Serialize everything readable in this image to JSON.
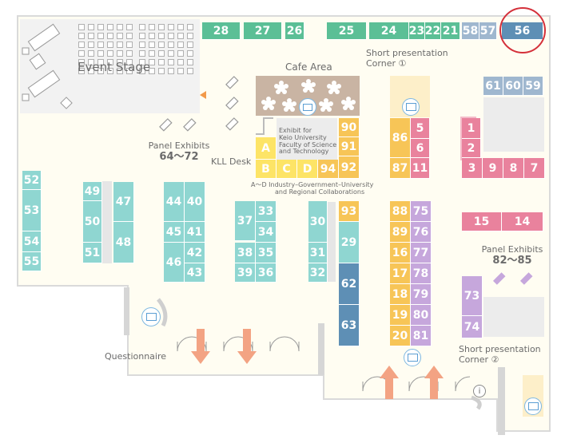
{
  "colors": {
    "green": "#5bbf96",
    "teal": "#8fd6d1",
    "blue": "#9fb7cf",
    "dark_blue": "#5e8fb5",
    "yellow": "#fde466",
    "orange": "#f7c557",
    "pink": "#e9829d",
    "purple": "#c6a7dc",
    "pale_yellow": "#fdefc9",
    "pale_pink": "#f3bcc9",
    "highlight_ring": "#d4303a",
    "arrow": "#f3a383",
    "wall": "#d6d6d6",
    "area": "#fffdf2"
  },
  "labels": {
    "event_stage": "Event Stage",
    "cafe_area": "Cafe Area",
    "short_pres_1_line1": "Short presentation",
    "short_pres_1_line2": "Corner ①",
    "short_pres_2_line1": "Short presentation",
    "short_pres_2_line2": "Corner ②",
    "panel_left_title": "Panel Exhibits",
    "panel_left_range": "64～72",
    "panel_right_title": "Panel Exhibits",
    "panel_right_range": "82～85",
    "kll_desk": "KLL Desk",
    "exhibit_keio_1": "Exhibit for",
    "exhibit_keio_2": "Keio University",
    "exhibit_keio_3": "Faculty of Science",
    "exhibit_keio_4": "and Technology",
    "collab_1": "A～D  Industry–Government–University",
    "collab_2": "and Regional Collaborations",
    "questionnaire": "Questionnaire"
  },
  "highlighted_booth": "56",
  "booths": {
    "b28": "28",
    "b27": "27",
    "b26": "26",
    "b25": "25",
    "b24": "24",
    "b23": "23",
    "b22": "22",
    "b21": "21",
    "b58": "58",
    "b57": "57",
    "b56": "56",
    "b61": "61",
    "b60": "60",
    "b59": "59",
    "b90": "90",
    "b91": "91",
    "b92": "92",
    "b94": "94",
    "bA": "A",
    "bB": "B",
    "bC": "C",
    "bD": "D",
    "b86": "86",
    "b87": "87",
    "b5": "5",
    "b6": "6",
    "b11": "11",
    "b1": "1",
    "b2": "2",
    "b3": "3",
    "b9": "9",
    "b8": "8",
    "b7": "7",
    "b15": "15",
    "b14": "14",
    "b52": "52",
    "b53": "53",
    "b54": "54",
    "b55": "55",
    "b49": "49",
    "b50": "50",
    "b51": "51",
    "b47": "47",
    "b48": "48",
    "b44": "44",
    "b40": "40",
    "b45": "45",
    "b41": "41",
    "b46": "46",
    "b42": "42",
    "b43": "43",
    "b37": "37",
    "b33": "33",
    "b34": "34",
    "b38": "38",
    "b35": "35",
    "b39": "39",
    "b36": "36",
    "b30": "30",
    "b31": "31",
    "b32": "32",
    "b93": "93",
    "b29": "29",
    "b62": "62",
    "b63": "63",
    "b88": "88",
    "b75": "75",
    "b89": "89",
    "b76": "76",
    "b16": "16",
    "b77": "77",
    "b17": "17",
    "b78": "78",
    "b18": "18",
    "b79": "79",
    "b19": "19",
    "b80": "80",
    "b20": "20",
    "b81": "81",
    "b73": "73",
    "b74": "74"
  }
}
